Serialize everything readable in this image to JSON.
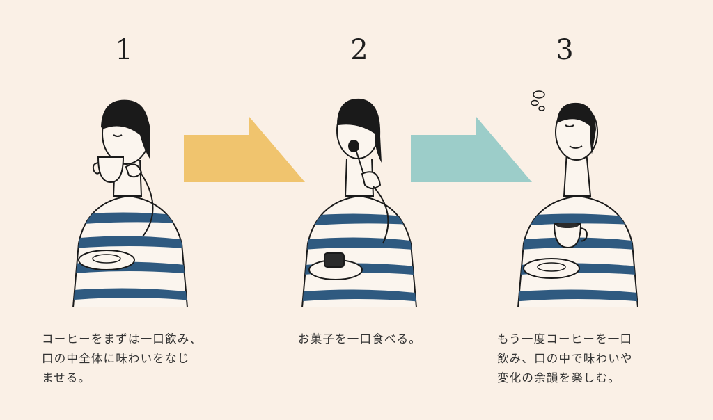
{
  "steps": [
    {
      "number": "1",
      "caption": "コーヒーをまずは一口飲み、\n口の中全体に味わいをなじ\nませる。",
      "illustration": "woman-sipping-coffee"
    },
    {
      "number": "2",
      "caption": "お菓子を一口食べる。",
      "illustration": "woman-eating-sweet"
    },
    {
      "number": "3",
      "caption": "もう一度コーヒーを一口\n飲み、口の中で味わいや\n変化の余韻を楽しむ。",
      "illustration": "woman-savoring"
    }
  ],
  "arrows": [
    {
      "color": "#f0c46e",
      "direction": "right"
    },
    {
      "color": "#9ccdc9",
      "direction": "right"
    }
  ],
  "colors": {
    "background": "#faf0e6",
    "stripe": "#2f5a80",
    "ink": "#1a1a1a"
  }
}
